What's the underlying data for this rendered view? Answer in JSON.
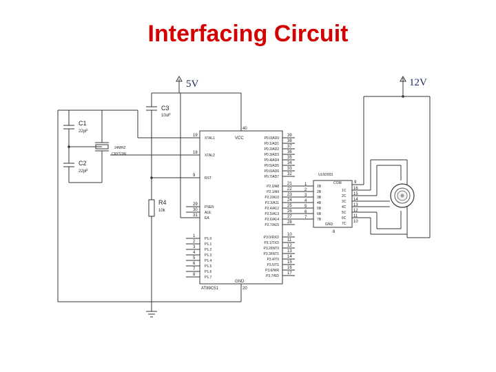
{
  "page": {
    "title": "Interfacing Circuit"
  },
  "rails": {
    "vcc_label": "5V",
    "motor_label": "12V"
  },
  "components": {
    "c1": {
      "ref": "C1",
      "value": "22pF"
    },
    "c2": {
      "ref": "C2",
      "value": "22pF"
    },
    "c3": {
      "ref": "C3",
      "value": "10uF"
    },
    "r4": {
      "ref": "R4",
      "value": "10k"
    },
    "crystal": {
      "line1": "24MHZ",
      "line2": "CRYSTAL"
    },
    "mcu": {
      "name": "AT89C51",
      "vcc_label": "VCC",
      "gnd_label": "GND",
      "vcc_pin": "40",
      "gnd_pin": "20",
      "left_pins": [
        {
          "num": "19",
          "label": "XTAL1"
        },
        {
          "num": "18",
          "label": "XTAL2"
        },
        {
          "num": "9",
          "label": "RST"
        },
        {
          "num": "29",
          "label": "PSEN"
        },
        {
          "num": "30",
          "label": "ALE"
        },
        {
          "num": "31",
          "label": "EA"
        },
        {
          "num": "1",
          "label": "P1.0"
        },
        {
          "num": "2",
          "label": "P1.1"
        },
        {
          "num": "3",
          "label": "P1.2"
        },
        {
          "num": "4",
          "label": "P1.3"
        },
        {
          "num": "5",
          "label": "P1.4"
        },
        {
          "num": "6",
          "label": "P1.5"
        },
        {
          "num": "7",
          "label": "P1.6"
        },
        {
          "num": "8",
          "label": "P1.7"
        }
      ],
      "right_pins": [
        {
          "num": "39",
          "label": "P0.0/AD0"
        },
        {
          "num": "38",
          "label": "P0.1/AD1"
        },
        {
          "num": "37",
          "label": "P0.2/AD2"
        },
        {
          "num": "36",
          "label": "P0.3/AD3"
        },
        {
          "num": "35",
          "label": "P0.4/AD4"
        },
        {
          "num": "34",
          "label": "P0.5/AD5"
        },
        {
          "num": "33",
          "label": "P0.6/AD6"
        },
        {
          "num": "32",
          "label": "P0.7/AD7"
        },
        {
          "num": "21",
          "label": "P2.0/A8"
        },
        {
          "num": "22",
          "label": "P2.1/A9"
        },
        {
          "num": "23",
          "label": "P2.2/A10"
        },
        {
          "num": "24",
          "label": "P2.3/A11"
        },
        {
          "num": "25",
          "label": "P2.4/A12"
        },
        {
          "num": "26",
          "label": "P2.5/A13"
        },
        {
          "num": "27",
          "label": "P2.6/A14"
        },
        {
          "num": "28",
          "label": "P2.7/A15"
        },
        {
          "num": "10",
          "label": "P3.0/RXD"
        },
        {
          "num": "11",
          "label": "P3.1/TXD"
        },
        {
          "num": "12",
          "label": "P3.2/INT0"
        },
        {
          "num": "13",
          "label": "P3.3/INT1"
        },
        {
          "num": "14",
          "label": "P3.4/T0"
        },
        {
          "num": "15",
          "label": "P3.5/T1"
        },
        {
          "num": "16",
          "label": "P3.6/WR"
        },
        {
          "num": "17",
          "label": "P3.7/RD"
        }
      ]
    },
    "driver": {
      "name": "ULN2003",
      "com_label": "COM",
      "gnd_label": "GND",
      "com_pin": "9",
      "gnd_pin": "8",
      "inputs": [
        {
          "num": "1",
          "label": "1B"
        },
        {
          "num": "2",
          "label": "2B"
        },
        {
          "num": "3",
          "label": "3B"
        },
        {
          "num": "4",
          "label": "4B"
        },
        {
          "num": "5",
          "label": "5B"
        },
        {
          "num": "6",
          "label": "6B"
        },
        {
          "num": "7",
          "label": "7B"
        }
      ],
      "outputs": [
        {
          "num": "16",
          "label": "1C"
        },
        {
          "num": "15",
          "label": "2C"
        },
        {
          "num": "14",
          "label": "3C"
        },
        {
          "num": "13",
          "label": "4C"
        },
        {
          "num": "12",
          "label": "5C"
        },
        {
          "num": "11",
          "label": "6C"
        },
        {
          "num": "10",
          "label": "7C"
        }
      ]
    }
  }
}
